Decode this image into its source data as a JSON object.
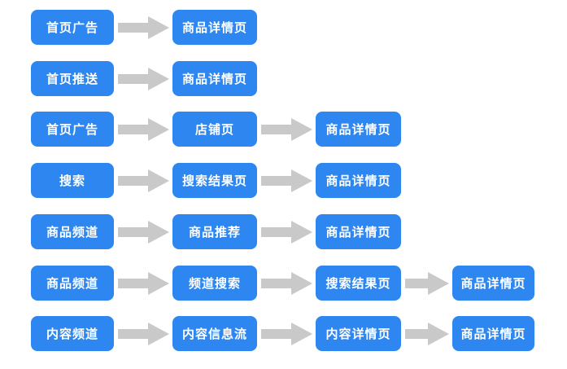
{
  "diagram": {
    "type": "flowchart",
    "colors": {
      "node_fill": "#2E86F0",
      "node_text": "#FFFFFF",
      "arrow": "#C9C9C9",
      "background": "#FFFFFF"
    },
    "flows": [
      {
        "steps": [
          "首页广告",
          "商品详情页"
        ]
      },
      {
        "steps": [
          "首页推送",
          "商品详情页"
        ]
      },
      {
        "steps": [
          "首页广告",
          "店铺页",
          "商品详情页"
        ]
      },
      {
        "steps": [
          "搜索",
          "搜索结果页",
          "商品详情页"
        ]
      },
      {
        "steps": [
          "商品频道",
          "商品推荐",
          "商品详情页"
        ]
      },
      {
        "steps": [
          "商品频道",
          "频道搜索",
          "搜索结果页",
          "商品详情页"
        ]
      },
      {
        "steps": [
          "内容频道",
          "内容信息流",
          "内容详情页",
          "商品详情页"
        ]
      }
    ]
  }
}
